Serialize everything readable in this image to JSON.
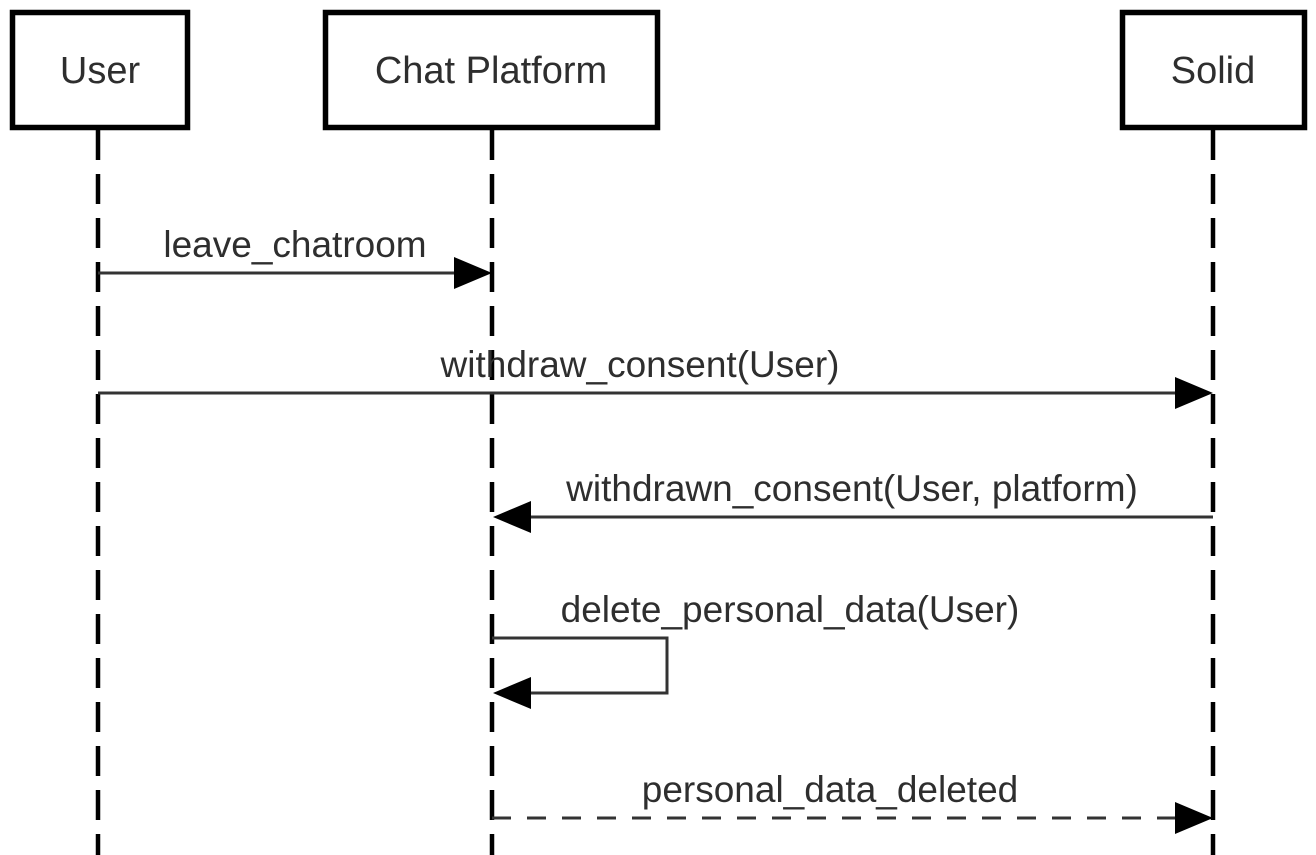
{
  "diagram": {
    "type": "uml-sequence-diagram",
    "background_color": "#ffffff",
    "colors": {
      "shape_stroke": "#000000",
      "message_line": "#333333",
      "text": "#2e2e2e",
      "shape_fill": "#ffffff"
    },
    "actors": [
      {
        "id": "user",
        "label": "User"
      },
      {
        "id": "chat-platform",
        "label": "Chat Platform"
      },
      {
        "id": "solid",
        "label": "Solid"
      }
    ],
    "messages": [
      {
        "id": "leave-chatroom",
        "label": "leave_chatroom",
        "from": "User",
        "to": "Chat Platform",
        "line_style": "solid",
        "arrow": "filled-right"
      },
      {
        "id": "withdraw-consent",
        "label": "withdraw_consent(User)",
        "from": "User",
        "to": "Solid",
        "line_style": "solid",
        "arrow": "filled-right"
      },
      {
        "id": "withdrawn-consent",
        "label": "withdrawn_consent(User, platform)",
        "from": "Solid",
        "to": "Chat Platform",
        "line_style": "solid",
        "arrow": "filled-left"
      },
      {
        "id": "delete-personal-data",
        "label": "delete_personal_data(User)",
        "from": "Chat Platform",
        "to": "Chat Platform",
        "line_style": "solid",
        "arrow": "filled-left",
        "self_message": true
      },
      {
        "id": "personal-data-deleted",
        "label": "personal_data_deleted",
        "from": "Chat Platform",
        "to": "Solid",
        "line_style": "dashed",
        "arrow": "filled-right"
      }
    ]
  }
}
